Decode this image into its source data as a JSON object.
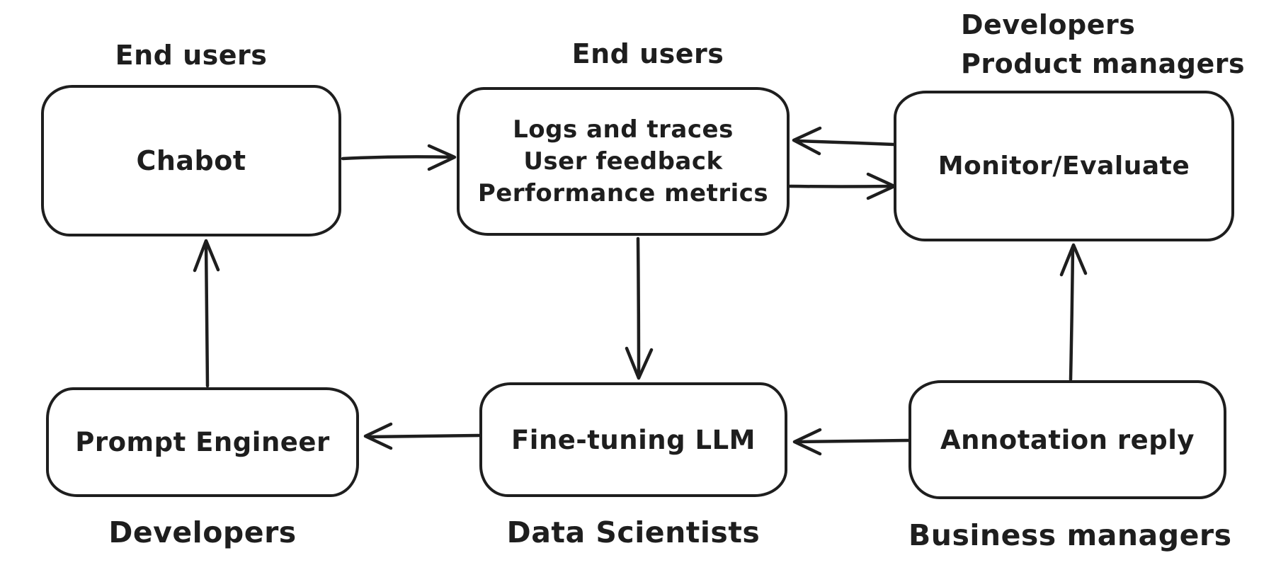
{
  "colors": {
    "background": "#ffffff",
    "stroke": "#1e1e1e"
  },
  "nodes": {
    "chatbot": {
      "label": "Chabot",
      "actor_label": "End users"
    },
    "logs": {
      "lines": [
        "Logs and traces",
        "User feedback",
        "Performance metrics"
      ],
      "actor_label": "End users"
    },
    "monitor": {
      "label": "Monitor/Evaluate",
      "actor_lines": [
        "Developers",
        "Product managers"
      ]
    },
    "prompt": {
      "label": "Prompt Engineer",
      "actor_label": "Developers"
    },
    "finetune": {
      "label": "Fine-tuning LLM",
      "actor_label": "Data Scientists"
    },
    "annotation": {
      "label": "Annotation reply",
      "actor_label": "Business managers"
    }
  },
  "arrows": [
    {
      "from": "chatbot",
      "to": "logs"
    },
    {
      "from": "monitor",
      "to": "logs"
    },
    {
      "from": "logs",
      "to": "monitor"
    },
    {
      "from": "logs",
      "to": "finetune"
    },
    {
      "from": "prompt",
      "to": "chatbot"
    },
    {
      "from": "finetune",
      "to": "prompt"
    },
    {
      "from": "annotation",
      "to": "finetune"
    },
    {
      "from": "annotation",
      "to": "monitor"
    }
  ]
}
